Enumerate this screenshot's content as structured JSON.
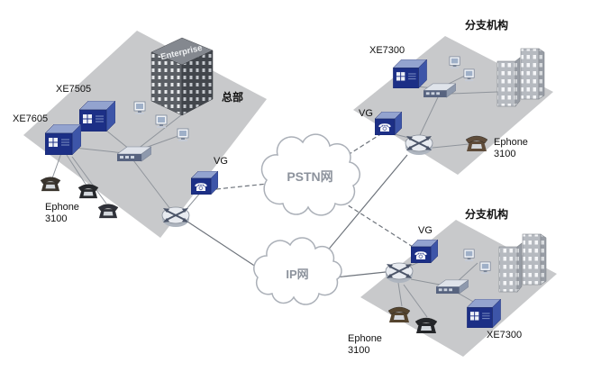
{
  "diagram": {
    "clouds": {
      "pstn_label": "PSTN网",
      "ip_label": "IP网"
    },
    "headquarters": {
      "site_label": "总部",
      "building_label": "Enterprise",
      "xe7505_label": "XE7505",
      "xe7605_label": "XE7605",
      "vg_label": "VG",
      "ephone_label": "Ephone 3100"
    },
    "branch_top": {
      "site_label": "分支机构",
      "xe7300_label": "XE7300",
      "vg_label": "VG",
      "ephone_label": "Ephone 3100"
    },
    "branch_bottom": {
      "site_label": "分支机构",
      "xe7300_label": "XE7300",
      "vg_label": "VG",
      "ephone_label": "Ephone 3100"
    }
  }
}
